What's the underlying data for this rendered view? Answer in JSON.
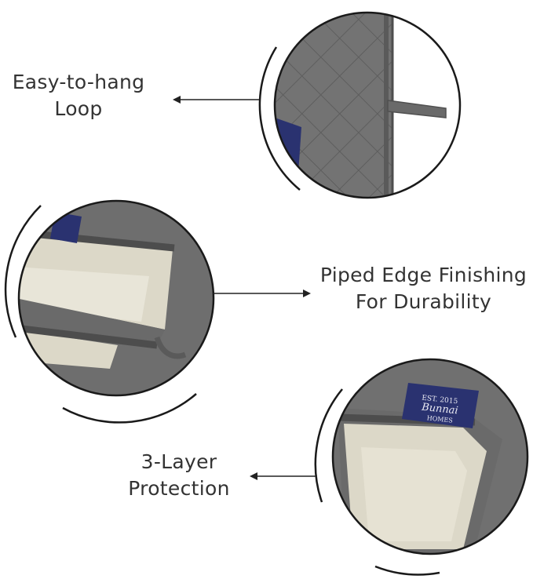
{
  "features": [
    {
      "id": "loop",
      "lines": [
        "Easy-to-hang",
        "Loop"
      ]
    },
    {
      "id": "piped",
      "lines": [
        "Piped Edge Finishing",
        "For Durability"
      ]
    },
    {
      "id": "protection",
      "lines": [
        "3-Layer",
        "Protection"
      ]
    }
  ],
  "brand_label": {
    "lines": [
      "EST. 2015",
      "Bunnai",
      "HOMES"
    ],
    "color": "#2a3270"
  },
  "colors": {
    "fabric_grey": "#6f6f6f",
    "fabric_grey_dark": "#555555",
    "inner_lining": "#dcd8c8",
    "arc_stroke": "#1a1a1a",
    "arrow_stroke": "#222222",
    "background": "#ffffff"
  }
}
